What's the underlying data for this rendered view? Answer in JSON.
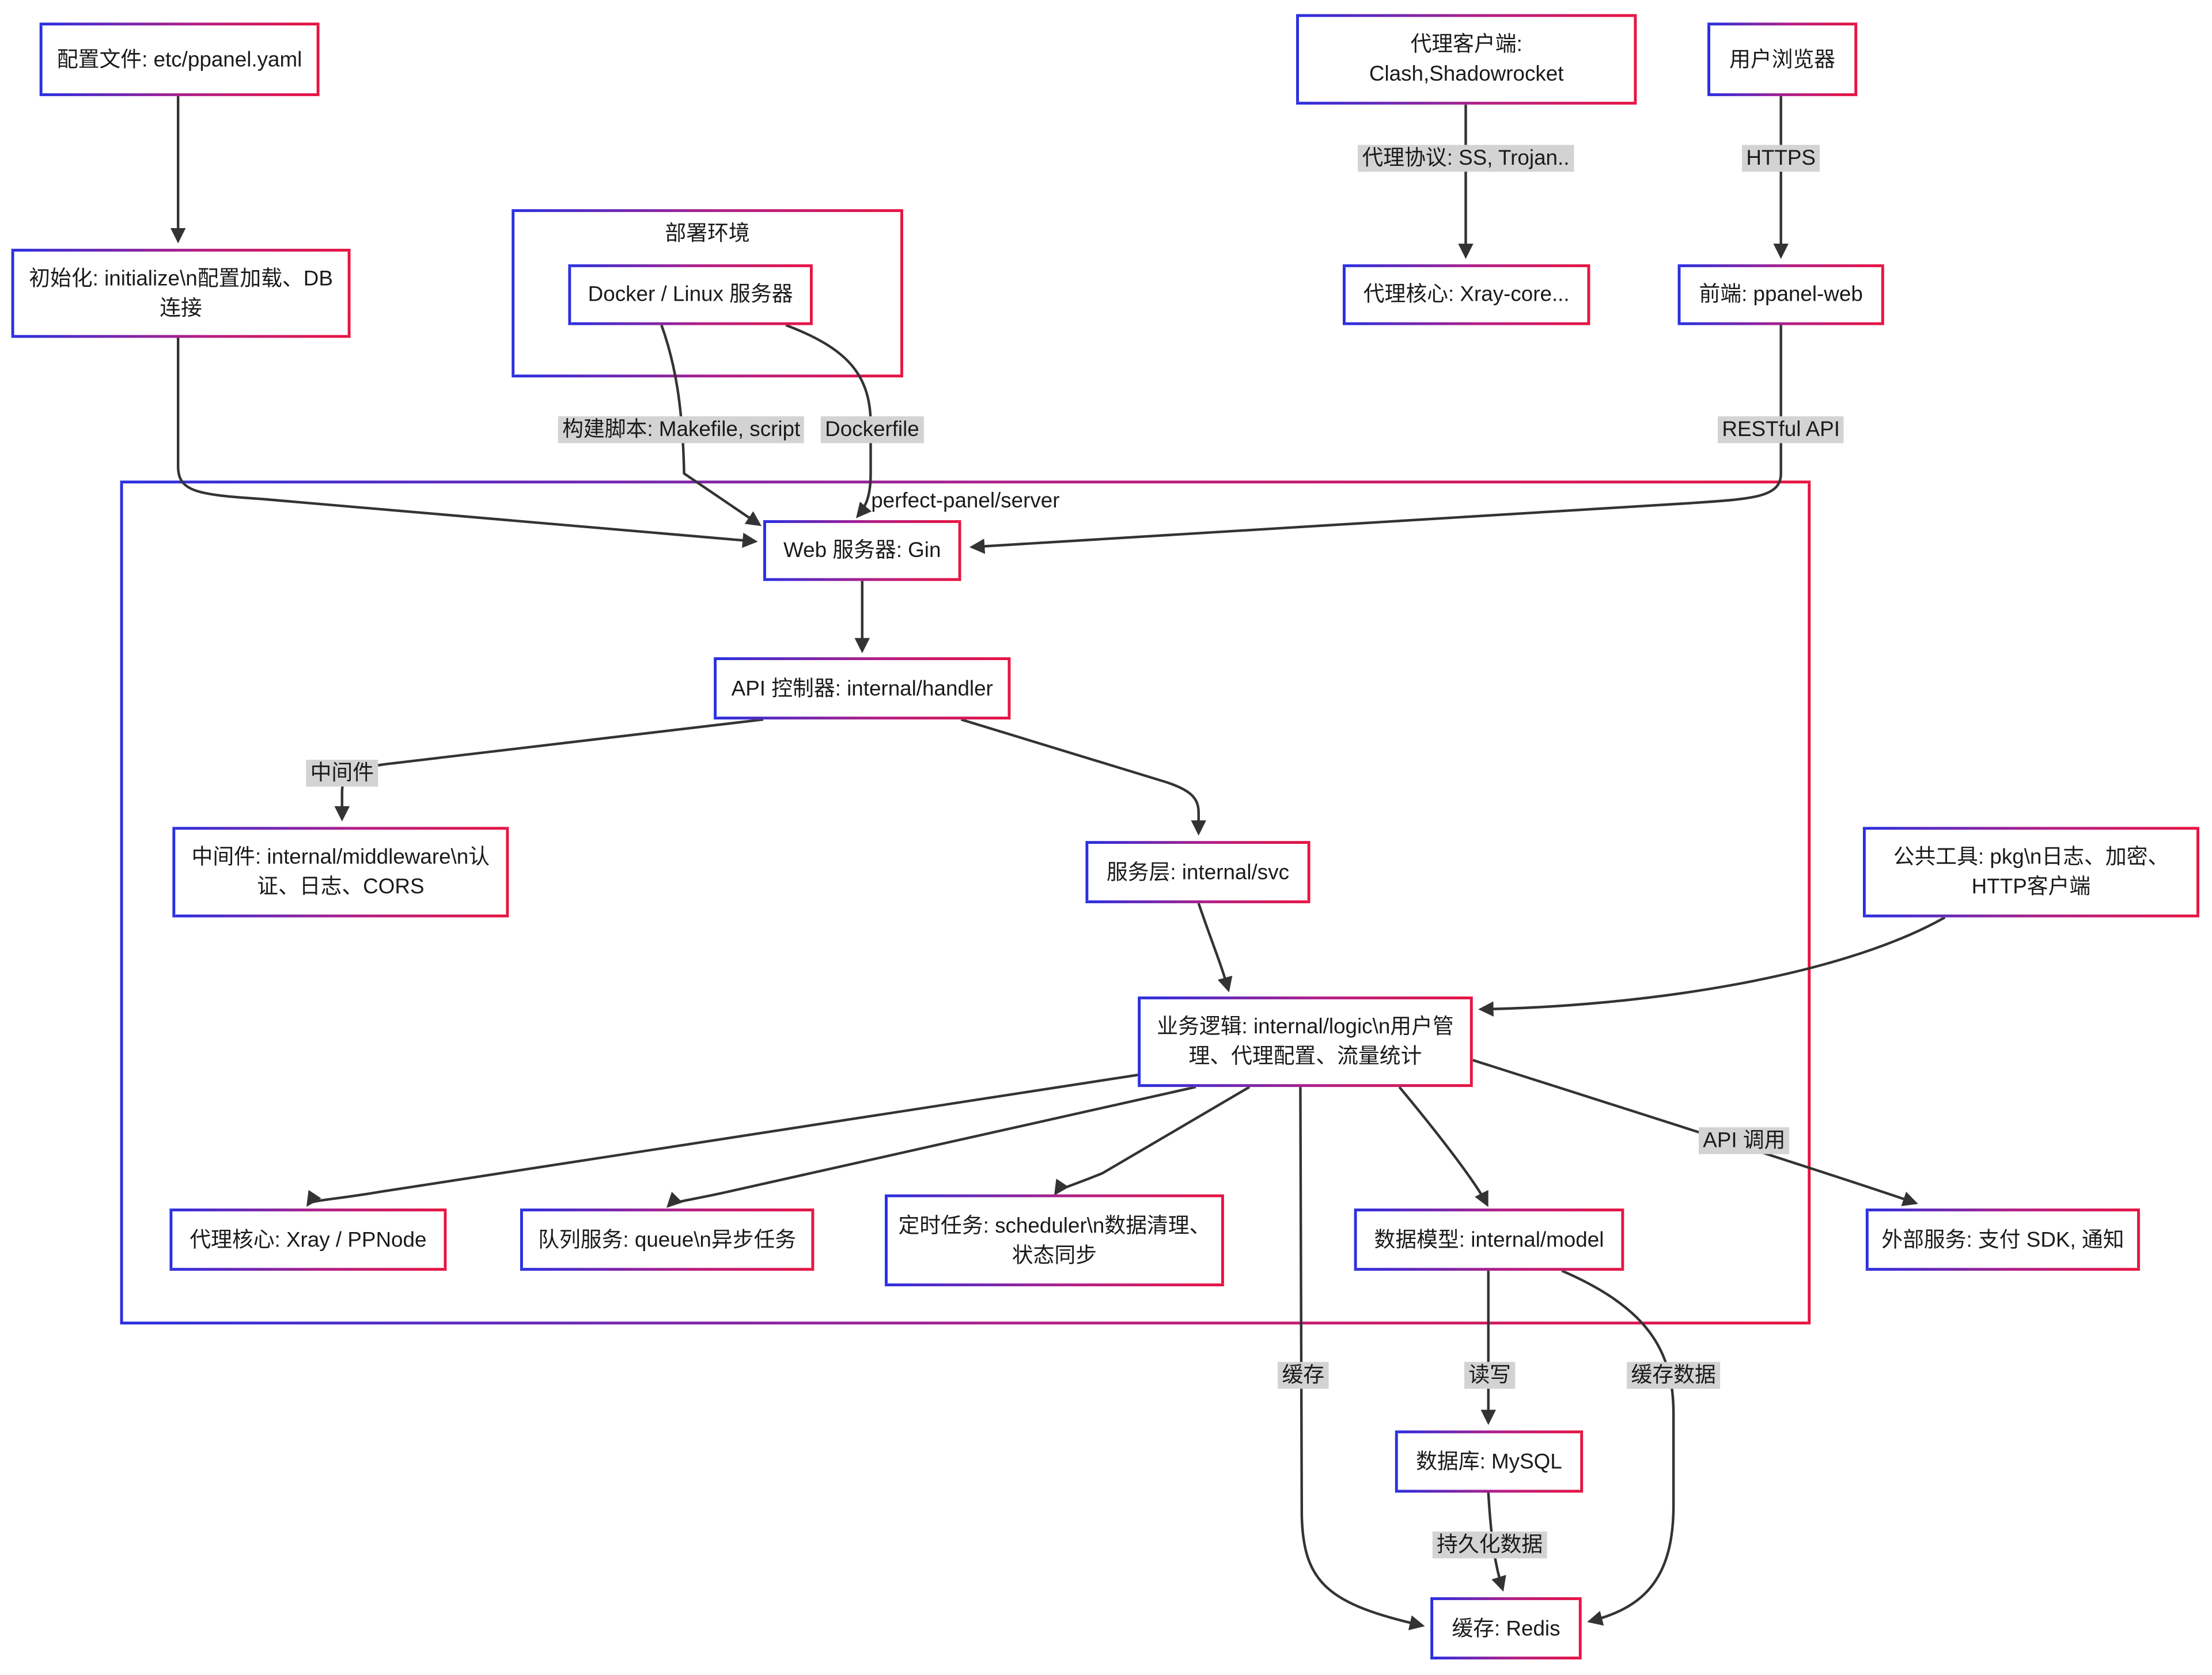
{
  "colors": {
    "border_gradient": [
      "#2a2fe0",
      "#b31f86",
      "#e71441"
    ],
    "edge_line": "#333333",
    "edge_label_bg": "#d3d3d3",
    "background": "#ffffff"
  },
  "diagram": {
    "containers": [
      {
        "id": "deploy_env",
        "label": "部署环境"
      },
      {
        "id": "server",
        "label": "perfect-panel/server"
      }
    ],
    "nodes": [
      {
        "id": "config",
        "label": "配置文件: etc/ppanel.yaml"
      },
      {
        "id": "init",
        "label": "初始化: initialize\\n配置加载、DB连接"
      },
      {
        "id": "docker",
        "label": "Docker / Linux 服务器"
      },
      {
        "id": "proxy_client",
        "label": "代理客户端:\nClash,Shadowrocket"
      },
      {
        "id": "browser",
        "label": "用户浏览器"
      },
      {
        "id": "xray_core",
        "label": "代理核心: Xray-core..."
      },
      {
        "id": "frontend",
        "label": "前端: ppanel-web"
      },
      {
        "id": "gin",
        "label": "Web 服务器: Gin"
      },
      {
        "id": "handler",
        "label": "API 控制器: internal/handler"
      },
      {
        "id": "middleware",
        "label": "中间件: internal/middleware\\n认证、日志、CORS"
      },
      {
        "id": "svc",
        "label": "服务层: internal/svc"
      },
      {
        "id": "logic",
        "label": "业务逻辑: internal/logic\\n用户管理、代理配置、流量统计"
      },
      {
        "id": "pkg",
        "label": "公共工具: pkg\\n日志、加密、HTTP客户端"
      },
      {
        "id": "ppnode",
        "label": "代理核心: Xray / PPNode"
      },
      {
        "id": "queue",
        "label": "队列服务: queue\\n异步任务"
      },
      {
        "id": "scheduler",
        "label": "定时任务: scheduler\\n数据清理、状态同步"
      },
      {
        "id": "model",
        "label": "数据模型: internal/model"
      },
      {
        "id": "external",
        "label": "外部服务: 支付 SDK, 通知"
      },
      {
        "id": "mysql",
        "label": "数据库: MySQL"
      },
      {
        "id": "redis",
        "label": "缓存: Redis"
      }
    ],
    "edges": [
      {
        "from": "config",
        "to": "init"
      },
      {
        "from": "init",
        "to": "gin"
      },
      {
        "from": "docker",
        "to": "gin",
        "label": "构建脚本: Makefile, script"
      },
      {
        "from": "docker",
        "to": "gin",
        "label": "Dockerfile"
      },
      {
        "from": "proxy_client",
        "to": "xray_core",
        "label": "代理协议: SS, Trojan.."
      },
      {
        "from": "browser",
        "to": "frontend",
        "label": "HTTPS"
      },
      {
        "from": "frontend",
        "to": "gin",
        "label": "RESTful API"
      },
      {
        "from": "gin",
        "to": "handler"
      },
      {
        "from": "handler",
        "to": "middleware",
        "label": "中间件"
      },
      {
        "from": "handler",
        "to": "svc"
      },
      {
        "from": "svc",
        "to": "logic"
      },
      {
        "from": "pkg",
        "to": "logic"
      },
      {
        "from": "logic",
        "to": "ppnode"
      },
      {
        "from": "logic",
        "to": "queue"
      },
      {
        "from": "logic",
        "to": "scheduler"
      },
      {
        "from": "logic",
        "to": "model"
      },
      {
        "from": "logic",
        "to": "external",
        "label": "API 调用"
      },
      {
        "from": "logic",
        "to": "redis",
        "label": "缓存"
      },
      {
        "from": "model",
        "to": "mysql",
        "label": "读写"
      },
      {
        "from": "model",
        "to": "redis",
        "label": "缓存数据"
      },
      {
        "from": "mysql",
        "to": "redis",
        "label": "持久化数据"
      }
    ]
  }
}
